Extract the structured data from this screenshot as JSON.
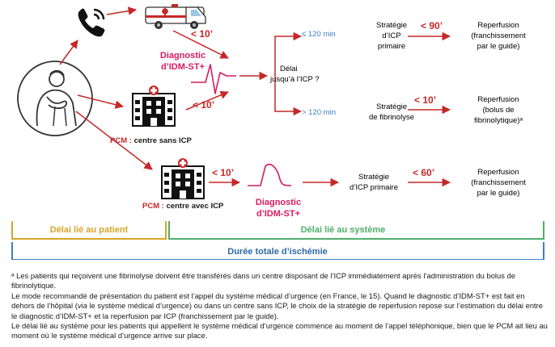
{
  "colors": {
    "red": "#c62828",
    "magenta": "#d81b60",
    "blue": "#3d7fc4",
    "gold": "#d6a62a",
    "green": "#4fae6a",
    "teal": "#2b6aa8"
  },
  "icons": [
    "phone-icon",
    "ambulance-icon",
    "patient-icon",
    "hospital-icon",
    "ecg-icon"
  ],
  "diagram": {
    "time_ambulance": "< 10’",
    "diag1_line1": "Diagnostic",
    "diag1_line2": "d’IDM-ST+",
    "time_hospital1": "< 10’",
    "pcm1_prefix": "PCM : ",
    "pcm1_label": "centre sans ICP",
    "decision_line1": "Délai",
    "decision_line2": "jusqu’à l’ICP ?",
    "branch_short": "≤ 120 min",
    "branch_long": "> 120 min",
    "strat1_line1": "Stratégie",
    "strat1_line2": "d’ICP",
    "strat1_line3": "primaire",
    "time_strat1": "< 90’",
    "rep1_line1": "Reperfusion",
    "rep1_line2": "(franchissement",
    "rep1_line3": "par le guide)",
    "strat2_line1": "Stratégie",
    "strat2_line2": "de fibrinolyse",
    "time_strat2": "< 10’",
    "rep2_line1": "Reperfusion",
    "rep2_line2": "(bolus de",
    "rep2_line3": "fibrinolytique)ᵃ",
    "time_hospital2": "< 10’",
    "pcm2_prefix": "PCM : ",
    "pcm2_label": "centre avec ICP",
    "diag2_line1": "Diagnostic",
    "diag2_line2": "d’IDM-ST+",
    "strat3_line1": "Stratégie",
    "strat3_line2": "d’ICP primaire",
    "time_strat3": "< 60’",
    "rep3_line1": "Reperfusion",
    "rep3_line2": "(franchissement",
    "rep3_line3": "par le guide)",
    "delay_patient": "Délai lié au patient",
    "delay_system": "Délai lié au système",
    "total_ischemia": "Durée totale d’ischémie"
  },
  "notes": {
    "footnote": "ᵃ Les patients qui reçoivent une fibrinolyse doivent être transférés dans un centre disposant de l’ICP immédiatement après l’administration du bolus de fibrinolytique.",
    "para1": "Le mode recommandé de présentation du patient est l’appel du système médical d’urgence (en France, le 15). Quand le diagnostic d’IDM-ST+ est fait en dehors de l’hôpital (",
    "para1_em": "via",
    "para1_end": " le système médical d’urgence) ou dans un centre sans ICP, le choix de la stratégie de reperfusion repose sur l’estimation du délai entre le diagnostic d’IDM-ST+ et la reperfusion par ICP (franchissement par le guide).",
    "para2": "Le délai lié au système pour les patients qui appellent le système médical d’urgence commence au moment de l’appel téléphonique, bien que le PCM ait lieu au moment où le système médical d’urgence arrive sur place."
  }
}
